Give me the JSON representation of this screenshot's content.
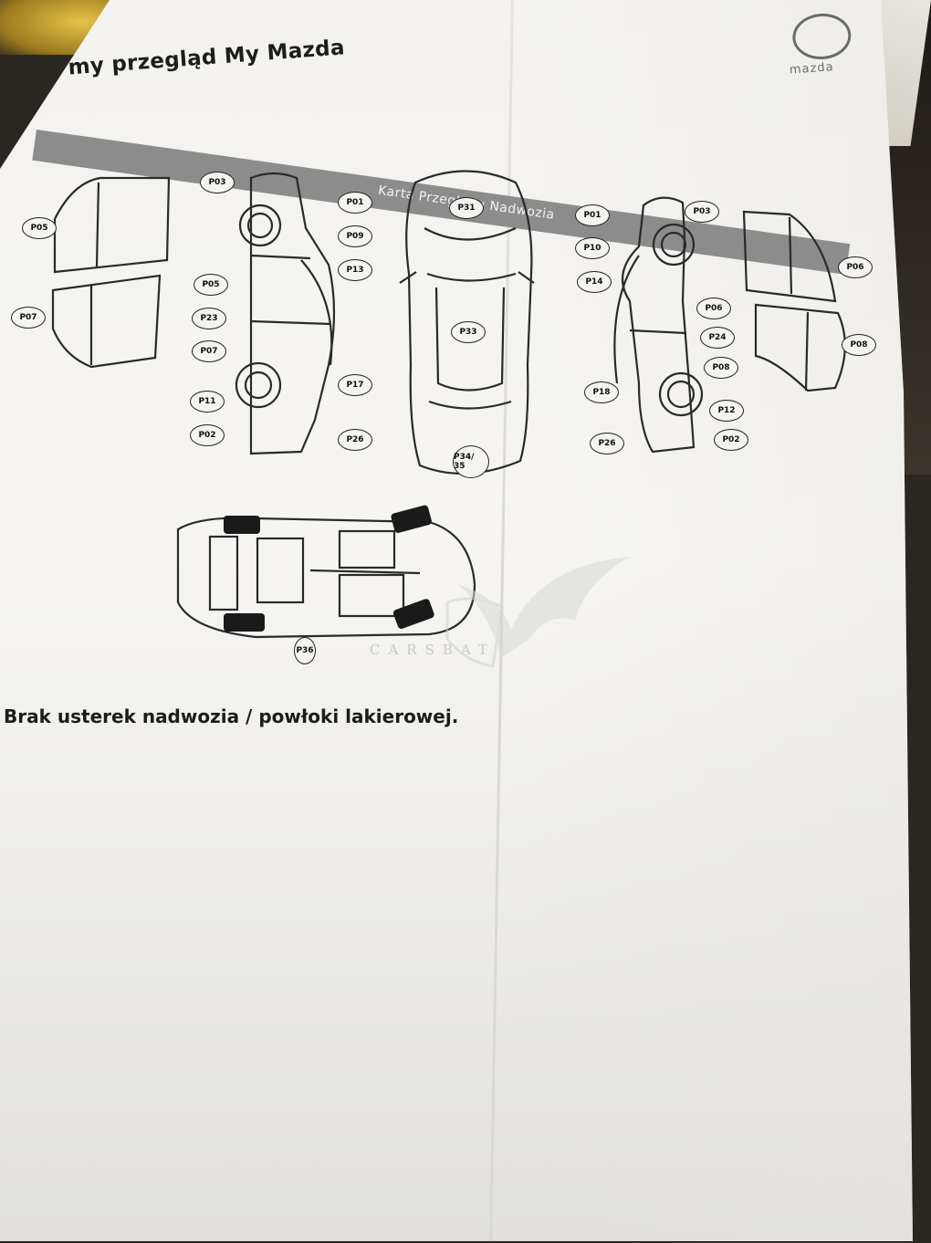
{
  "document": {
    "title": "my przegląd My Mazda",
    "section_band": "Karta Przeglądu Nadwozia",
    "brand_wordmark": "mazda",
    "summary": "Brak usterek nadwozia / powłoki lakierowej."
  },
  "panels": {
    "left_doors_upper": "P05",
    "left_doors_lower": "P07",
    "right_doors_upper": "P06",
    "right_doors_lower": "P08",
    "top_view_roof": "P31",
    "top_view_trunk": "P33",
    "top_view_rear": "P34/ 35",
    "underbody": "P36"
  },
  "left_side_labels": [
    "P03",
    "P05",
    "P23",
    "P07",
    "P11",
    "P02"
  ],
  "left_side_right_labels": [
    "P01",
    "P09",
    "P13",
    "P17",
    "P26"
  ],
  "right_side_left_labels": [
    "P01",
    "P10",
    "P14",
    "P18",
    "P26"
  ],
  "right_side_right_labels": [
    "P03",
    "P06",
    "P24",
    "P08",
    "P12",
    "P02"
  ],
  "watermark": "CARSBAT",
  "colors": {
    "band": "#8c8c8c",
    "paper": "#f4f3ef",
    "ink": "#1d1d1d"
  }
}
